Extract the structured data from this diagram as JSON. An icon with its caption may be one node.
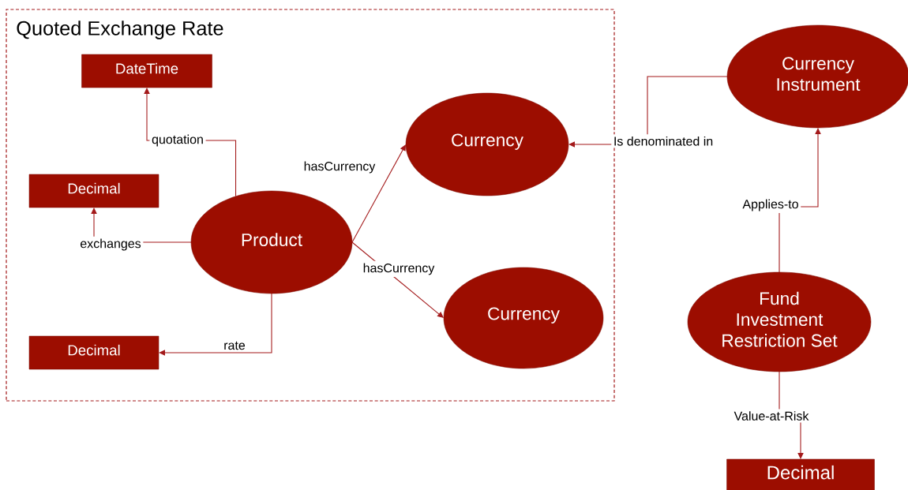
{
  "diagram": {
    "nodes": [
      {
        "text": [
          "Quoted Exchange Rate"
        ]
      },
      {
        "text": [
          "DateTime"
        ],
        "in": 0
      },
      {
        "text": [
          "Decimal"
        ],
        "in": 0
      },
      {
        "text": [
          "Product"
        ],
        "in": 0
      },
      {
        "text": [
          "Currency"
        ],
        "in": 0
      },
      {
        "text": [
          "Currency"
        ],
        "in": 0
      },
      {
        "text": [
          "Decimal"
        ],
        "in": 0
      },
      {
        "text": [
          "Currency Instrument"
        ]
      },
      {
        "text": [
          "Fund Investment Restriction Set"
        ]
      },
      {
        "text": [
          "Decimal"
        ]
      }
    ],
    "edges": [
      {
        "from": 3,
        "to": 1,
        "arrow": "to",
        "label": "quotation"
      },
      {
        "from": 3,
        "to": 2,
        "arrow": "to",
        "label": "exchanges"
      },
      {
        "from": 3,
        "to": 4,
        "arrow": "to",
        "label": "hasCurrency"
      },
      {
        "from": 3,
        "to": 5,
        "arrow": "to",
        "label": "hasCurrency"
      },
      {
        "from": 3,
        "to": 6,
        "arrow": "to",
        "label": "rate"
      },
      {
        "from": 7,
        "to": 4,
        "arrow": "to",
        "label": "Is denominated in"
      },
      {
        "from": 8,
        "to": 7,
        "arrow": "to",
        "label": "Applies-to"
      },
      {
        "from": 8,
        "to": 9,
        "arrow": "to",
        "label": "Value-at-Risk"
      }
    ]
  }
}
